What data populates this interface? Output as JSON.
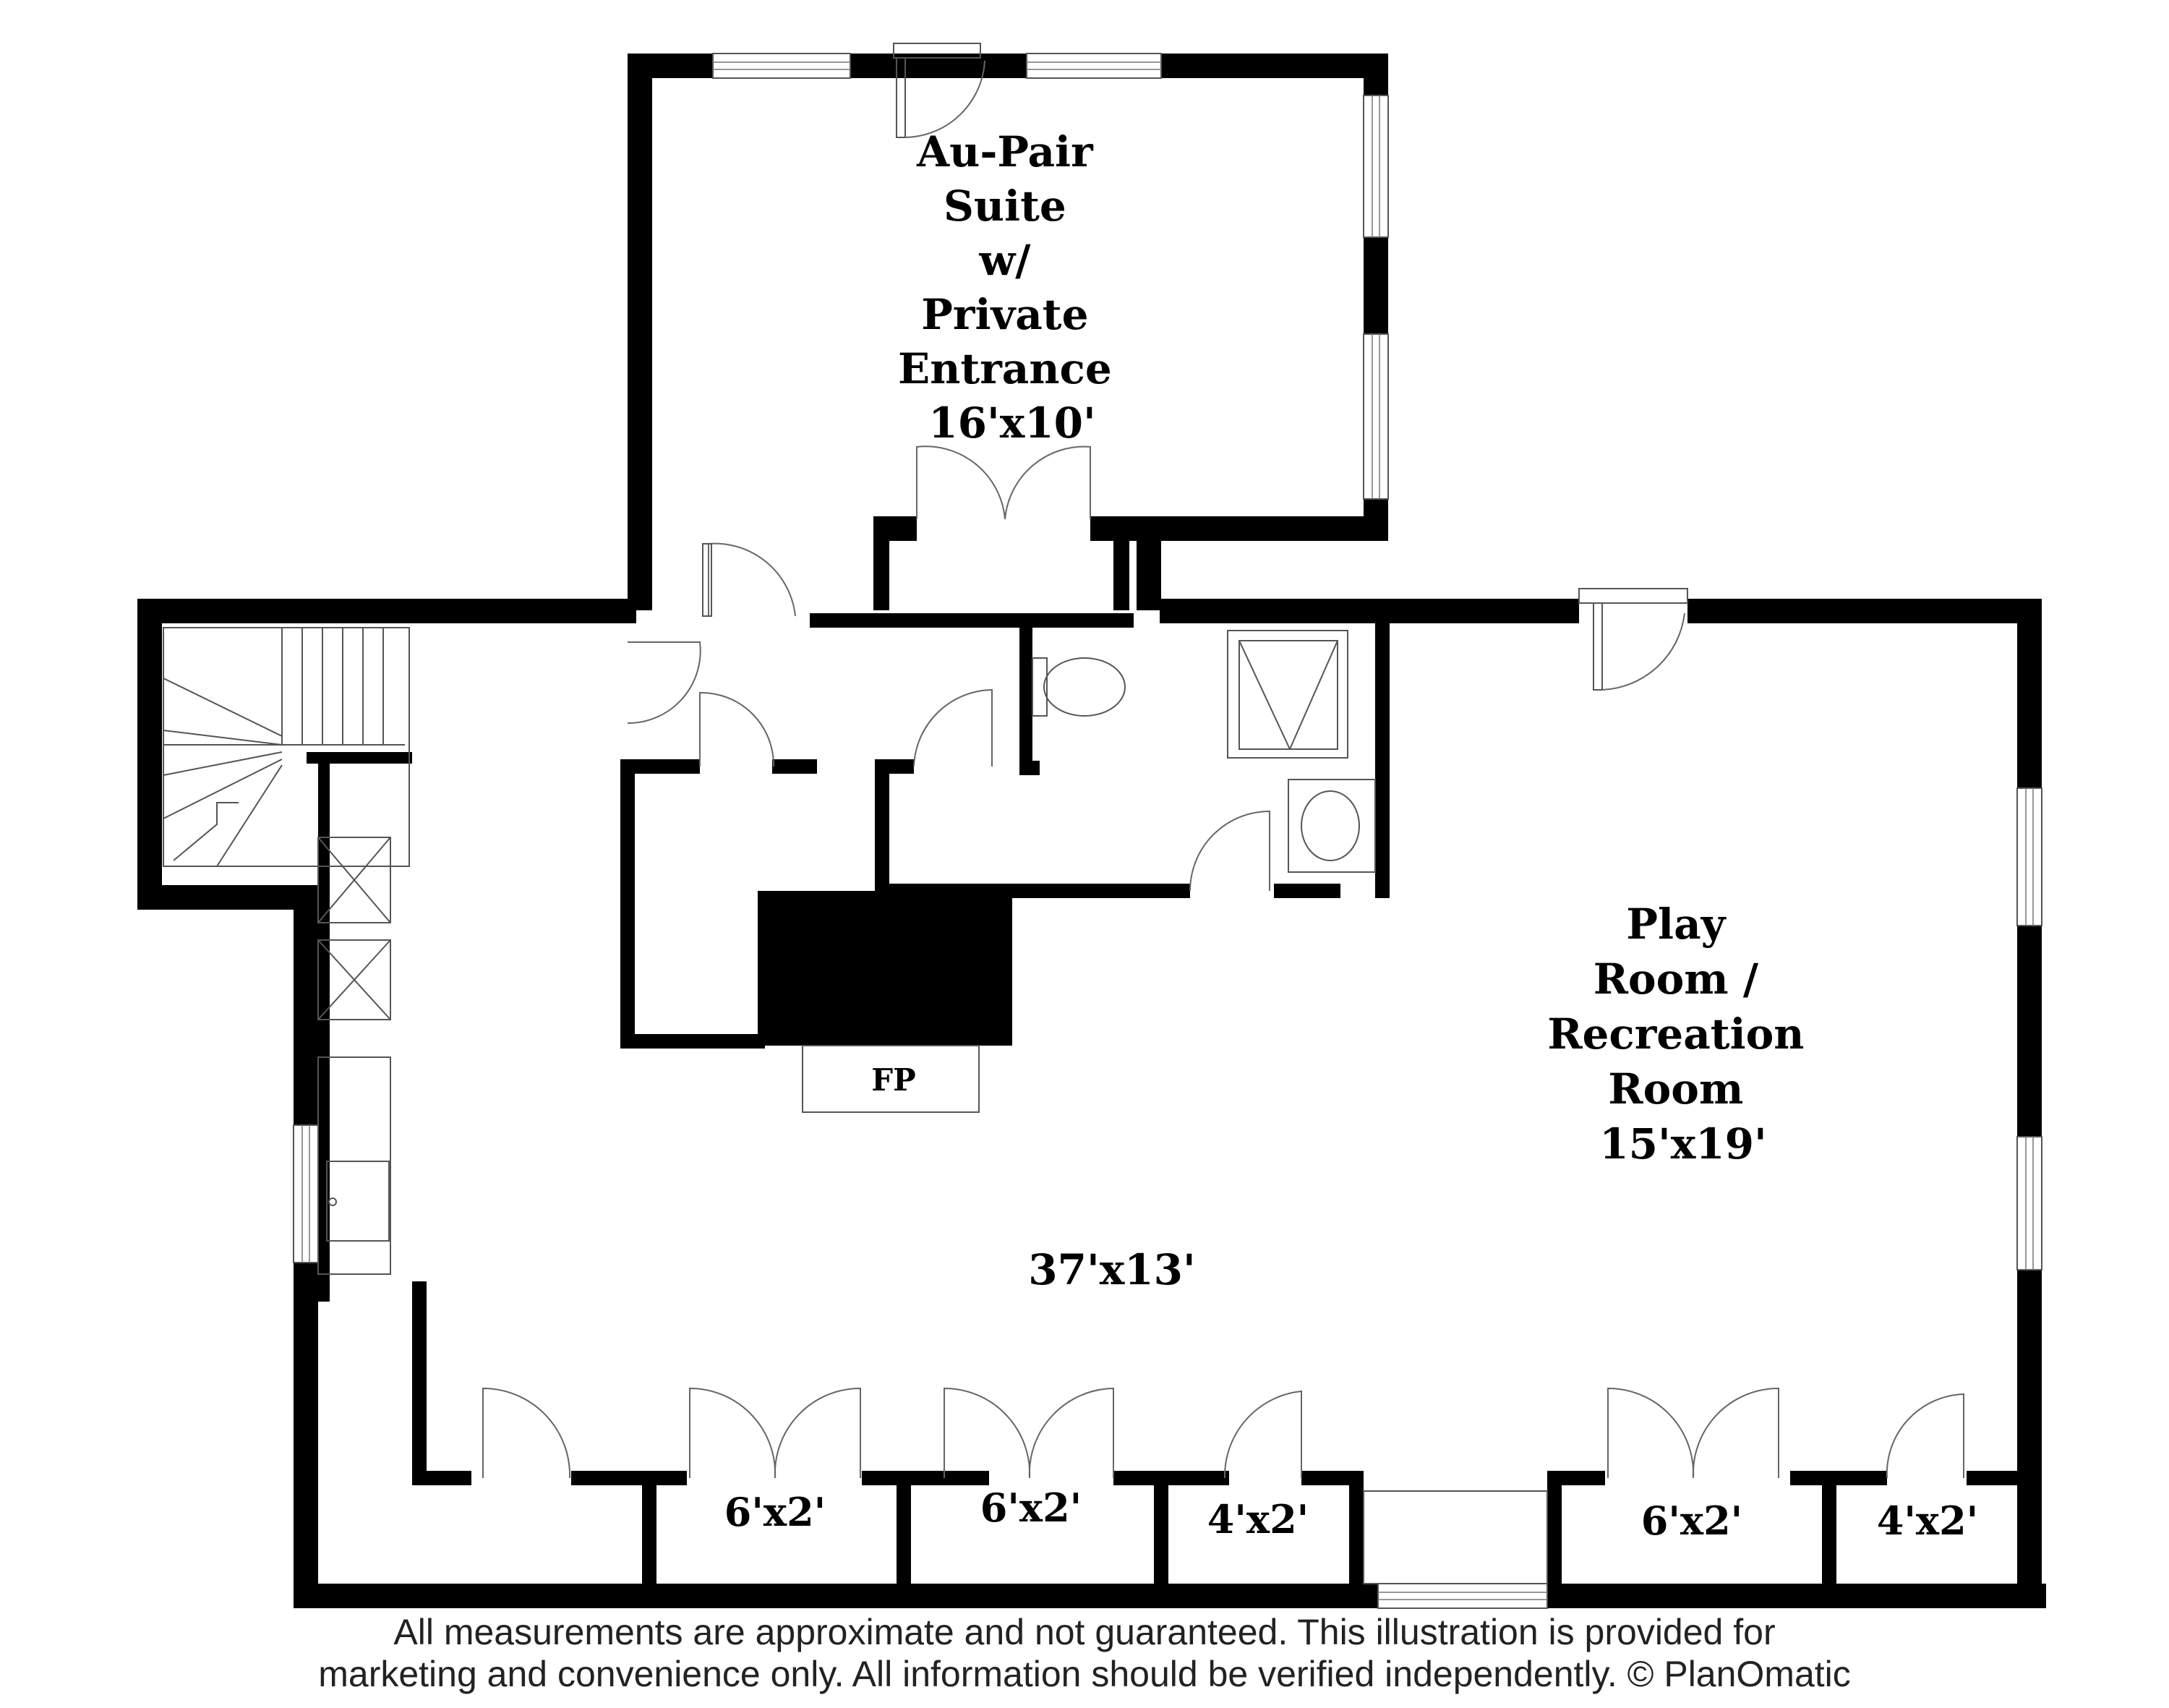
{
  "rooms": {
    "aupair": {
      "lines": [
        "Au-Pair",
        "Suite",
        "w/",
        "Private",
        "Entrance",
        "16'x10'"
      ]
    },
    "playroom": {
      "lines": [
        "Play",
        "Room /",
        "Recreation",
        "Room",
        "15'x19'"
      ]
    },
    "main": {
      "label": "37'x13'"
    },
    "fireplace": {
      "label": "FP"
    },
    "closets": [
      "6'x2'",
      "6'x2'",
      "4'x2'",
      "6'x2'",
      "4'x2'"
    ]
  },
  "disclaimer": {
    "line1": "All measurements are approximate and not guaranteed. This illustration is provided for",
    "line2": "marketing and convenience only. All information should be verified independently. © PlanOmatic"
  },
  "colors": {
    "wall": "#000000",
    "background": "#ffffff",
    "fixture_line": "#555555"
  }
}
